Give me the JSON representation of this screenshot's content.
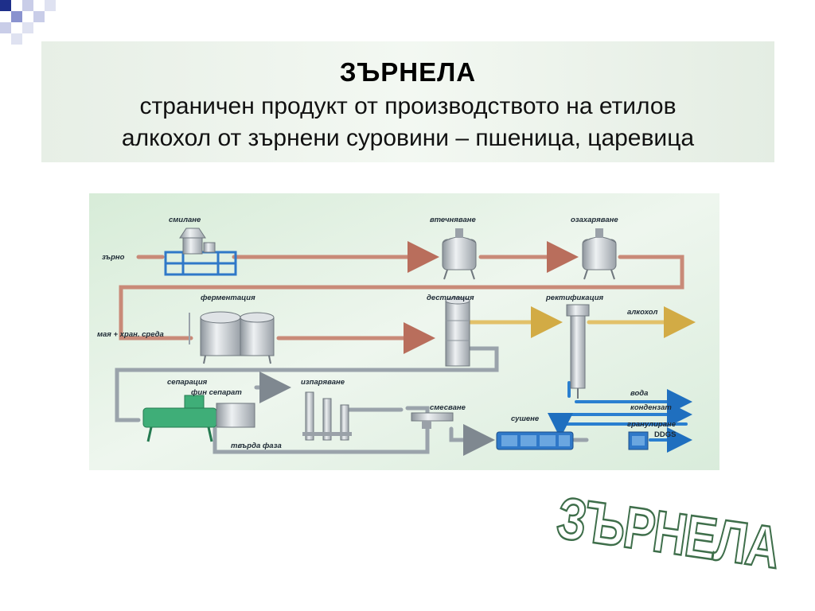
{
  "header": {
    "title": "ЗЪРНЕЛА",
    "subtitle_line1": "страничен продукт от производството на етилов",
    "subtitle_line2": "алкохол от зърнени суровини – пшеница, царевица"
  },
  "diagram": {
    "labels": {
      "milling": "смилане",
      "liquefaction": "втечняване",
      "saccharification": "озахаряване",
      "grain_in": "зърно",
      "fermentation": "ферментация",
      "distillation": "дестилация",
      "rectification": "ректификация",
      "alcohol": "алкохол",
      "yeast_input": "мая + хран. среда",
      "separation": "сепарация",
      "evaporation": "изпаряване",
      "fine_separator": "фин сепарат",
      "mixing": "смесване",
      "water": "вода",
      "condensate": "кондензат",
      "drying": "сушене",
      "granulation": "гранулиране",
      "ddgs": "DDGS",
      "solid_phase": "твърда фаза"
    },
    "colors": {
      "main_flow": "#c98a78",
      "alcohol_flow": "#e2c16a",
      "water_flow": "#2a7fd0",
      "stillage_flow": "#9aa3ab",
      "equipment": "#b7bec4",
      "separator": "#3fae78",
      "dryer": "#2f78c8"
    }
  },
  "wordart": {
    "text": "ЗЪРНЕЛА"
  }
}
